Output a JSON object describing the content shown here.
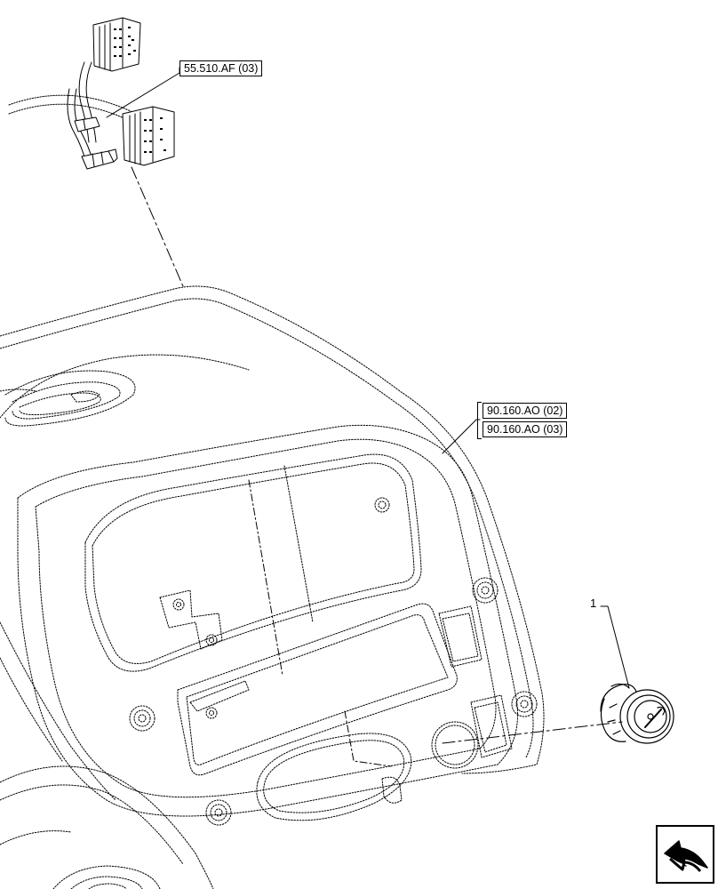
{
  "callouts": {
    "harness_ref": "55.510.AF (03)",
    "dash_ref_1": "90.160.AO (02)",
    "dash_ref_2": "90.160.AO (03)",
    "item_1": "1"
  },
  "icons": {
    "nav": "arrow-return-icon"
  }
}
